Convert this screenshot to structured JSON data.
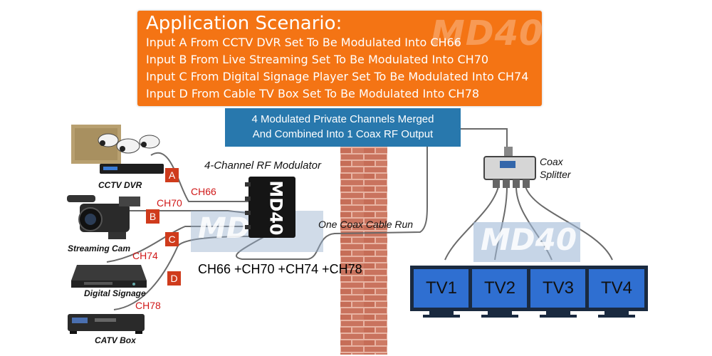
{
  "banner": {
    "title": "Application Scenario:",
    "watermark": "MD40",
    "lines": [
      "Input A From CCTV DVR Set To Be Modulated Into CH66",
      "Input B From Live Streaming Set To Be Modulated Into CH70",
      "Input C From Digital Signage Player Set To Be Modulated Into CH74",
      "Input D From Cable TV Box Set To Be Modulated Into CH78"
    ]
  },
  "merge_box": {
    "line1": "4 Modulated Private Channels Merged",
    "line2": "And Combined Into 1 Coax RF Output"
  },
  "sources": {
    "cctv": {
      "label": "CCTV DVR",
      "tag": "A",
      "channel": "CH66"
    },
    "streaming": {
      "label": "Streaming Cam",
      "tag": "B",
      "channel": "CH70"
    },
    "signage": {
      "label": "Digital Signage",
      "tag": "C",
      "channel": "CH74"
    },
    "catv": {
      "label": "CATV Box",
      "tag": "D",
      "channel": "CH78"
    }
  },
  "modulator": {
    "title": "4-Channel RF Modulator",
    "device_label": "MD40",
    "watermark": "MD40"
  },
  "output_channels": "CH66 +CH70 +CH74 +CH78",
  "cable_label": "One Coax Cable Run",
  "splitter": {
    "line1": "Coax",
    "line2": "Splitter"
  },
  "tv_watermark": "MD40",
  "tvs": [
    "TV1",
    "TV2",
    "TV3",
    "TV4"
  ],
  "colors": {
    "banner": "#f47414",
    "merge_box": "#2878ad",
    "tag": "#cf3b1c",
    "channel_text": "#d01818",
    "tv_screen": "#2f6fd1",
    "brick": "#c9735e"
  }
}
